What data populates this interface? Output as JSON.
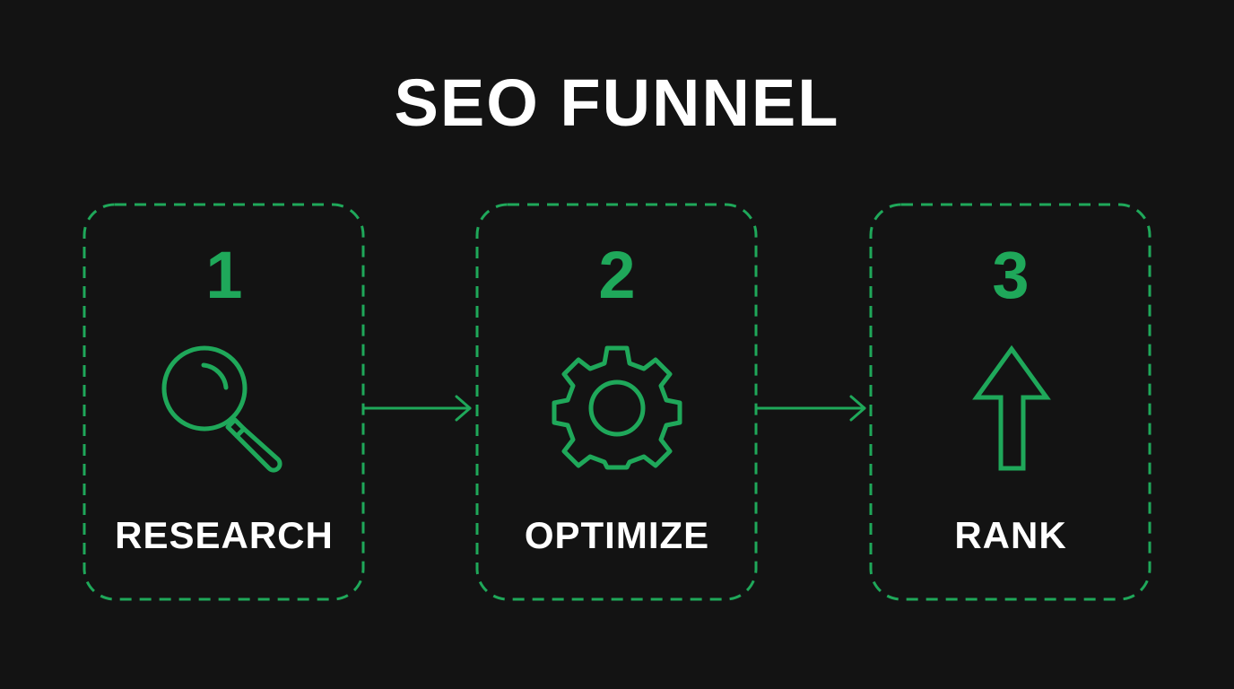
{
  "title": "SEO FUNNEL",
  "colors": {
    "background": "#131313",
    "accent": "#1fa85a",
    "text": "#ffffff"
  },
  "steps": [
    {
      "number": "1",
      "label": "RESEARCH",
      "icon": "magnifying-glass-icon"
    },
    {
      "number": "2",
      "label": "OPTIMIZE",
      "icon": "gear-icon"
    },
    {
      "number": "3",
      "label": "RANK",
      "icon": "arrow-up-icon"
    }
  ],
  "connectors": [
    {
      "from": "1",
      "to": "2",
      "icon": "arrow-right-icon"
    },
    {
      "from": "2",
      "to": "3",
      "icon": "arrow-right-icon"
    }
  ]
}
